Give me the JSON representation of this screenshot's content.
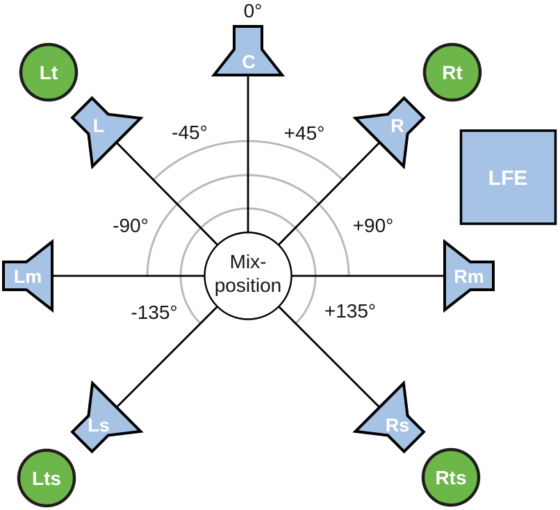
{
  "diagram": {
    "center": {
      "label_line1": "Mix-",
      "label_line2": "position"
    },
    "angle_labels": {
      "front": "0°",
      "front_left": "-45°",
      "front_right": "+45°",
      "side_left": "-90°",
      "side_right": "+90°",
      "rear_left": "-135°",
      "rear_right": "+135°"
    },
    "speakers": {
      "center": "C",
      "left": "L",
      "right": "R",
      "left_mid": "Lm",
      "right_mid": "Rm",
      "left_surround": "Ls",
      "right_surround": "Rs"
    },
    "height_channels": {
      "left_top": "Lt",
      "right_top": "Rt",
      "left_top_surround": "Lts",
      "right_top_surround": "Rts"
    },
    "lfe_label": "LFE",
    "colors": {
      "speaker_fill": "#a6c3e6",
      "height_fill": "#6cb64a",
      "arc_stroke": "#b9b9b9",
      "line_stroke": "#000000",
      "text": "#161616",
      "label_on_fill": "#ffffff"
    }
  }
}
